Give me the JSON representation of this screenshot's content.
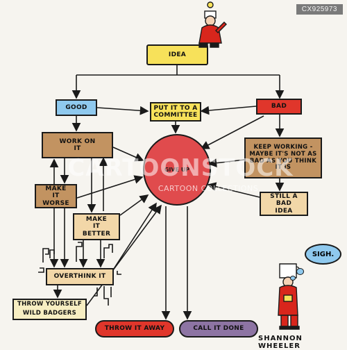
{
  "stock_id": "CX925973",
  "nodes": {
    "idea": "IDEA",
    "good": "GOOD",
    "committee": "PUT IT TO A COMMITTEE",
    "bad": "BAD",
    "work_on_it": "WORK ON IT",
    "give_up": "GIVE UP",
    "keep_working": "KEEP WORKING - MAYBE IT'S NOT AS BAD AS YOU THINK IT IS",
    "make_it_worse": "MAKE IT WORSE",
    "still_bad": "STILL A BAD IDEA",
    "make_it_better": "MAKE IT BETTER",
    "overthink_it": "OVERTHINK IT",
    "throw_yourself_line1": "THROW YOURSELF",
    "throw_yourself_line2": "WILD BADGERS",
    "throw_it_away": "THROW IT AWAY",
    "call_it_done": "CALL IT DONE"
  },
  "thought_bubble": "SIGH.",
  "artist": "SHANNON WHEELER",
  "watermark": "CARTOONSTOCK",
  "watermark_sub": "CARTOON COLLECTIONS",
  "colors": {
    "yellow": "#f7e15a",
    "blue": "#8fc9ee",
    "red": "#e0362b",
    "brown": "#c29361",
    "lightyellow": "#f7eec2",
    "tan": "#f2d7a8",
    "purple": "#8d74a3",
    "circle": "#e04b4d"
  }
}
